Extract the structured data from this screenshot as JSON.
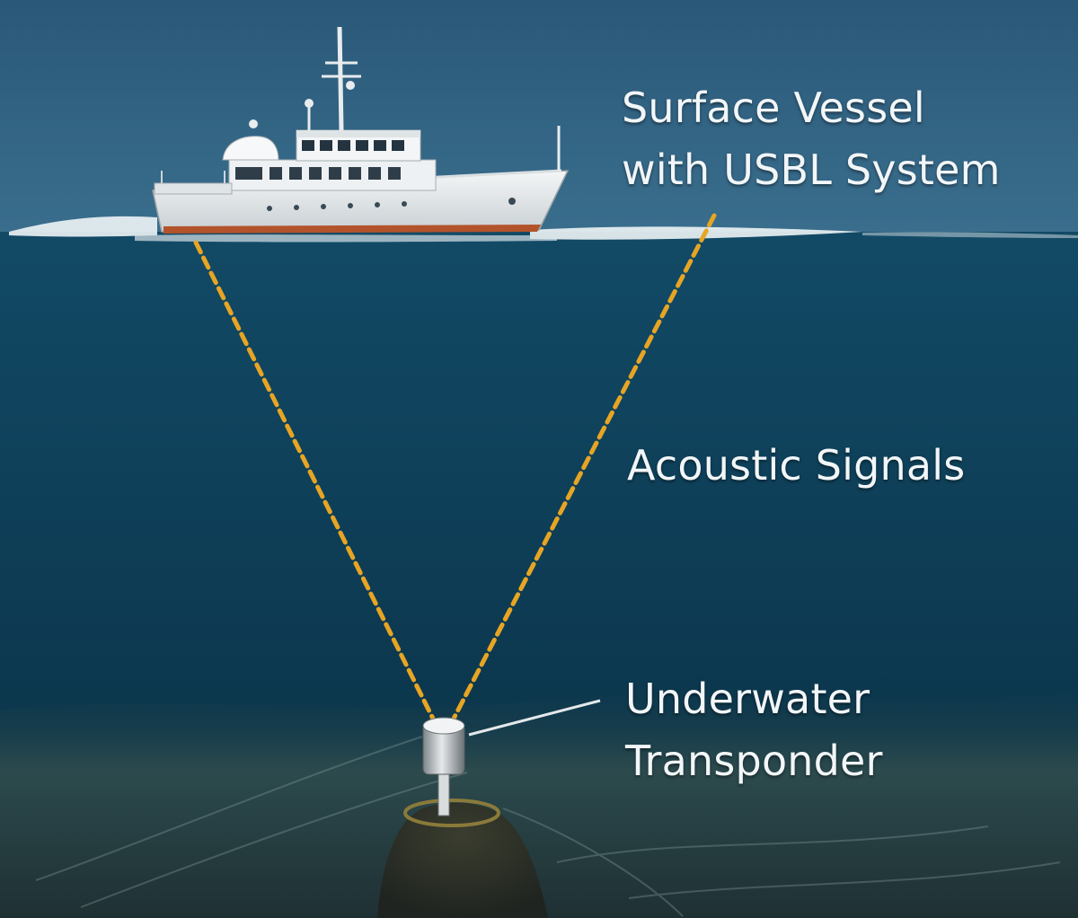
{
  "labels": {
    "vessel": [
      "Surface Vessel",
      "with USBL System"
    ],
    "signals": "Acoustic Signals",
    "transponder": [
      "Underwater",
      "Transponder"
    ]
  },
  "colors": {
    "signal": "#e7a523",
    "sky": "#2d5f80",
    "water_surface": "#124a66",
    "water_deep": "#0b3347",
    "seabed": "#2b4145",
    "label_text": "#f2f6f8"
  },
  "icons": {
    "vessel": "ship-icon",
    "transponder": "transponder-icon"
  }
}
